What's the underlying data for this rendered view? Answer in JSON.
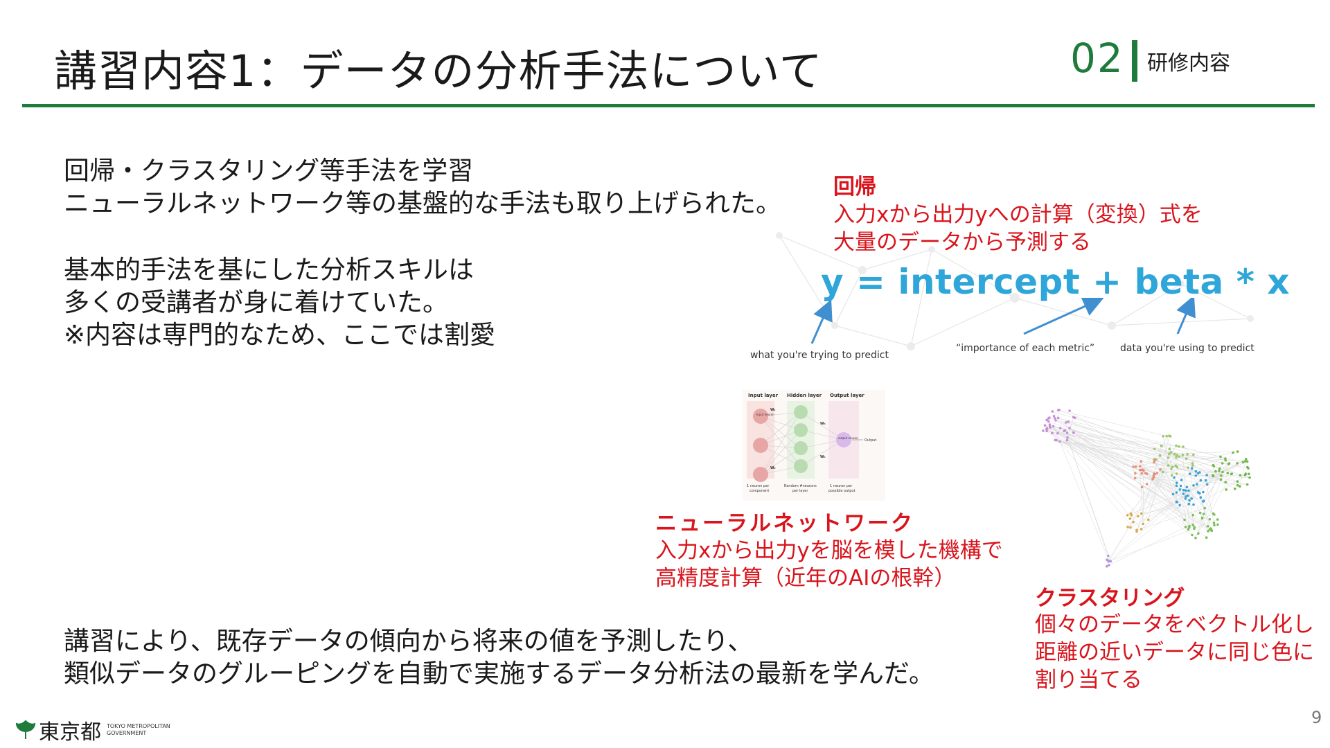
{
  "header": {
    "title": "講習内容1：データの分析手法について",
    "section_number": "02",
    "section_label": "研修内容"
  },
  "main": {
    "intro_lines": [
      "回帰・クラスタリング等手法を学習",
      "ニューラルネットワーク等の基盤的な手法も取り上げられた。"
    ],
    "skill_lines": [
      "基本的手法を基にした分析スキルは",
      "多くの受講者が身に着けていた。",
      "※内容は専門的なため、ここでは割愛"
    ],
    "summary_lines": [
      "講習により、既存データの傾向から将来の値を予測したり、",
      "類似データのグルーピングを自動で実施するデータ分析法の最新を学んだ。"
    ]
  },
  "regression": {
    "heading": "回帰",
    "lines": [
      "入力xから出力yへの計算（変換）式を",
      "大量のデータから予測する"
    ],
    "formula": "y = intercept + beta * x",
    "annotations": {
      "left": "what you're trying to predict",
      "middle": "“importance of each metric”",
      "right": "data you're using to predict"
    }
  },
  "neural_network": {
    "heading": "ニューラルネットワーク",
    "lines": [
      "入力xから出力yを脳を模した機構で",
      "高精度計算（近年のAIの根幹）"
    ],
    "diagram": {
      "input_layer": "Input layer",
      "hidden_layer": "Hidden layer",
      "output_layer": "Output layer",
      "input_neuron": "Input neuron",
      "output_neuron": "output neuron",
      "output": "Output",
      "caption_input_1": "1 neuron per",
      "caption_input_2": "component",
      "caption_hidden_1": "Random #neurons",
      "caption_hidden_2": "per layer",
      "caption_output_1": "1 neuron per",
      "caption_output_2": "possible output",
      "weights": [
        "W₁",
        "W₂",
        "W₃",
        "W₄"
      ]
    }
  },
  "clustering": {
    "heading": "クラスタリング",
    "lines": [
      "個々のデータをベクトル化し",
      "距離の近いデータに同じ色に",
      "割り当てる"
    ]
  },
  "footer": {
    "logo_ja": "東京都",
    "logo_en_1": "TOKYO METROPOLITAN",
    "logo_en_2": "GOVERNMENT",
    "page_number": "9"
  },
  "colors": {
    "accent_green": "#1e7b3b",
    "highlight_red": "#d9141c",
    "formula_blue": "#2ea6d9"
  }
}
